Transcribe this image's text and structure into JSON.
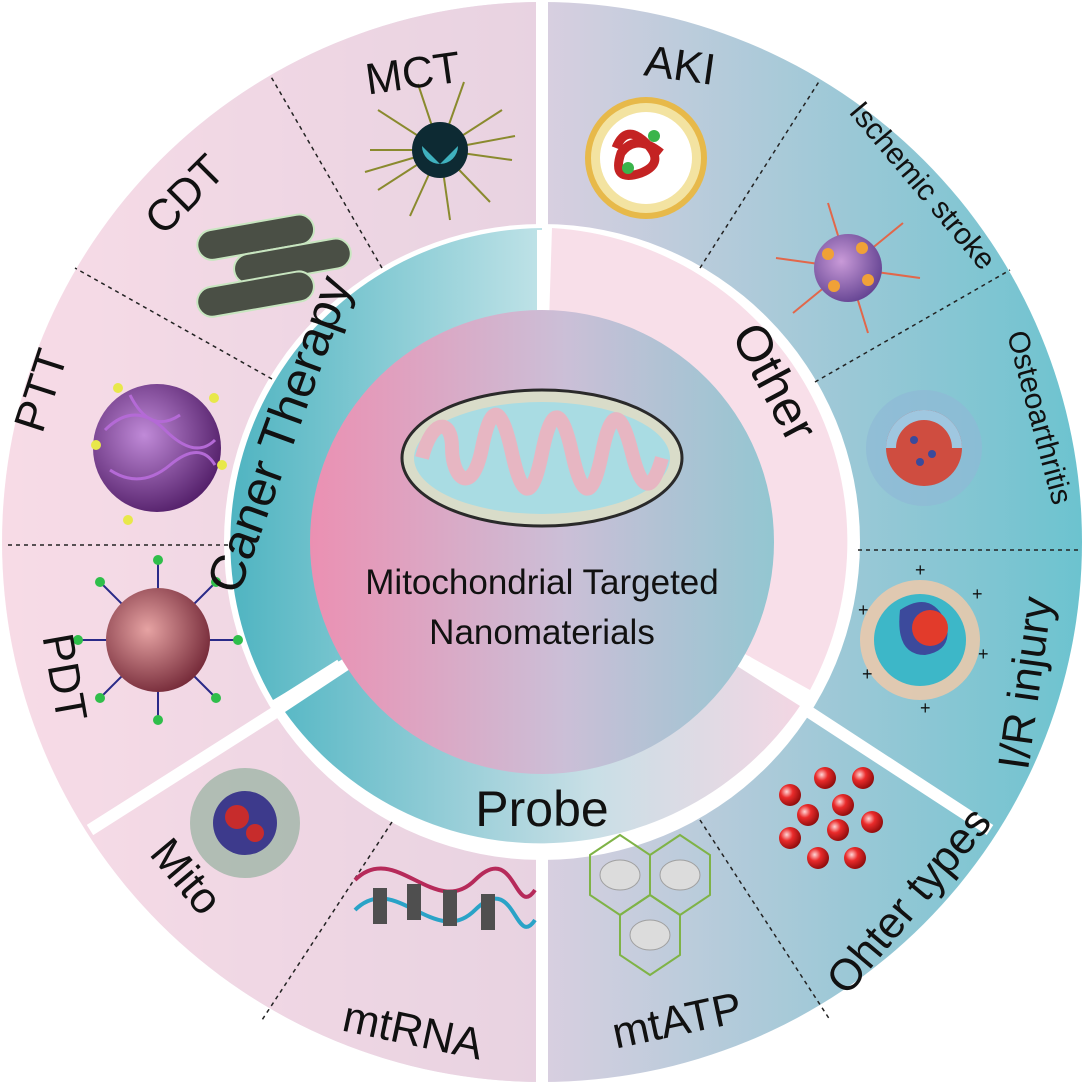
{
  "center": {
    "line1": "Mitochondrial Targeted",
    "line2": "Nanomaterials"
  },
  "groups": {
    "cancer_therapy": "Caner Therapy",
    "other": "Other",
    "probe": "Probe"
  },
  "segments": {
    "mct": "MCT",
    "cdt": "CDT",
    "ptt": "PTT",
    "pdt": "PDT",
    "mito": "Mito",
    "mtrna": "mtRNA",
    "mtatp": "mtATP",
    "ohter_types": "Ohter types",
    "ir_injury": "I/R injury",
    "osteoarthritis": "Osteoarthritis",
    "ischemic_stroke": "Ischemic stroke",
    "aki": "AKI"
  },
  "colors": {
    "pink": "#ea8fb0",
    "teal": "#5fbcc8",
    "lavender": "#ccc3da",
    "light_pink": "#f6dbe6",
    "divider": "#ffffff"
  }
}
